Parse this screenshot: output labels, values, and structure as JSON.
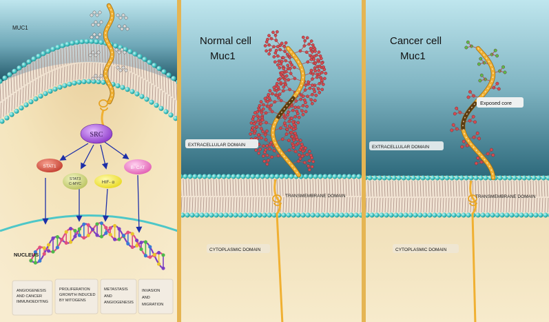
{
  "panel_left": {
    "title": "MUC1",
    "src": "SRC",
    "stat1": "STAT1",
    "stat3": "STAT3",
    "cmyc": "C-MYC",
    "hif": "HIF- α",
    "bcat": "B- CAT",
    "nucleus": "NUCLEUS",
    "outcomes": [
      {
        "l1": "ANGIOGENESIS",
        "l2": "AND CANCER",
        "l3": "IMMUNOEDITING"
      },
      {
        "l1": "PROLIFERATION",
        "l2": "GROWTH INDUCED",
        "l3": "BY  MITOGENS"
      },
      {
        "l1": "METASTASIS",
        "l2": "AND",
        "l3": "ANGIOGENESIS"
      },
      {
        "l1": "INVASION",
        "l2": "AND",
        "l3": "MIGRATION"
      }
    ]
  },
  "panel_normal": {
    "title_line1": "Normal  cell",
    "title_line2": "Muc1",
    "extracellular": "EXTRACELLULAR DOMAIN",
    "transmembrane": "TRANSMEMBRANE DOMAIN",
    "cytoplasmic": "CYTOPLASMIC  DOMAIN"
  },
  "panel_cancer": {
    "title_line1": "Cancer  cell",
    "title_line2": "Muc1",
    "exposed": "Exposed  core",
    "extracellular": "EXTRACELLULAR DOMAIN",
    "transmembrane": "TRANSMEMBRANE  DOMAIN",
    "cytoplasmic": "CYTOPLASMIC  DOMAIN"
  },
  "colors": {
    "divider": "#e5b553",
    "sky": "#b9e2ea",
    "sky_dark": "#2f6d80",
    "cytoplasm": "#f3e3b6",
    "membrane_head": "#3ec3c2",
    "sugar_red": "#d64b52",
    "sugar_green": "#58c04a",
    "protein": "#f0b032",
    "src": "#9b48d6",
    "stat1": "#d95545",
    "stat3": "#cfd87b",
    "hif": "#f4ec33",
    "bcat": "#ef7fc4",
    "arrow": "#1d2fa8"
  }
}
